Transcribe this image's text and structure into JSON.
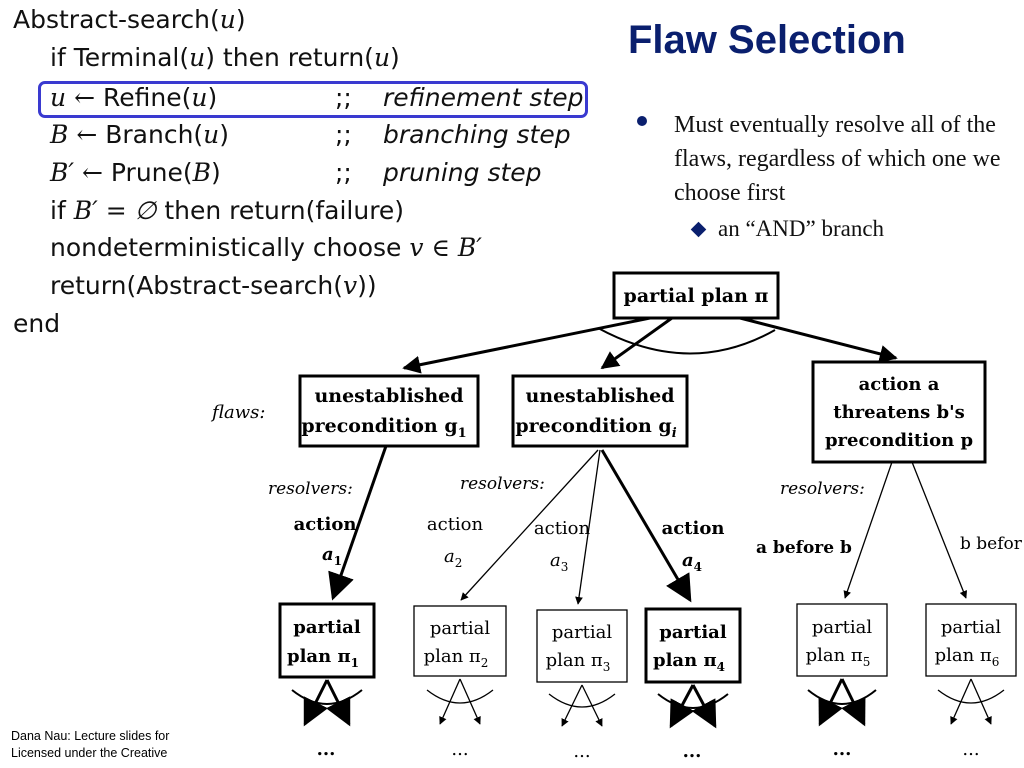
{
  "code": {
    "line1_text": "Abstract-search(",
    "line1_var": "u",
    "line1_close": ")",
    "line2_a": "if Terminal(",
    "line2_var": "u",
    "line2_b": ") then return(",
    "line2_var2": "u",
    "line2_c": ")",
    "line3_var": "u",
    "line3_arrow": "←",
    "line3_fn": "Refine(",
    "line3_arg": "u",
    "line3_close": ")",
    "line3_semi": ";;",
    "line3_comment": "refinement step",
    "line4_var": "B",
    "line4_arrow": "←",
    "line4_fn": "Branch(",
    "line4_arg": "u",
    "line4_close": ")",
    "line4_semi": ";;",
    "line4_comment": "branching step",
    "line5_var": "B′",
    "line5_arrow": "←",
    "line5_fn": "Prune(",
    "line5_arg": "B",
    "line5_close": ")",
    "line5_semi": ";;",
    "line5_comment": "pruning step",
    "line6_a": "if",
    "line6_math": "B′ = ∅",
    "line6_b": "then return(failure)",
    "line7_a": "nondeterministically choose",
    "line7_math": "v ∈ B′",
    "line8_a": "return(Abstract-search(",
    "line8_var": "v",
    "line8_b": "))",
    "line9": "end"
  },
  "slide": {
    "title": "Flaw Selection",
    "bullet1": "Must eventually resolve all of the flaws, regardless of which one we choose first",
    "bullet2": "an “AND” branch",
    "footer_line1": "Dana Nau: Lecture slides for",
    "footer_line2": "Licensed under the Creative"
  },
  "diagram": {
    "root": "partial plan π",
    "flaws_label": "flaws:",
    "flaw1_line1": "unestablished",
    "flaw1_line2": "precondition g",
    "flaw1_sub": "1",
    "flaw2_line1": "unestablished",
    "flaw2_line2": "precondition g",
    "flaw2_sub": "i",
    "flaw3_line1": "action a",
    "flaw3_line2": "threatens b's",
    "flaw3_line3": "precondition p",
    "resolvers1": "resolvers:",
    "resolvers2": "resolvers:",
    "resolvers3": "resolvers:",
    "action1": "action",
    "action1_var": "a",
    "action1_sub": "1",
    "action2": "action",
    "action2_var": "a",
    "action2_sub": "2",
    "action3": "action",
    "action3_var": "a",
    "action3_sub": "3",
    "action4": "action",
    "action4_var": "a",
    "action4_sub": "4",
    "order1": "a before b",
    "order2": "b befor",
    "plan_word1": "partial",
    "plan_word2": "plan π",
    "plan_subs": [
      "1",
      "2",
      "3",
      "4",
      "5",
      "6"
    ],
    "ellipsis": "..."
  }
}
